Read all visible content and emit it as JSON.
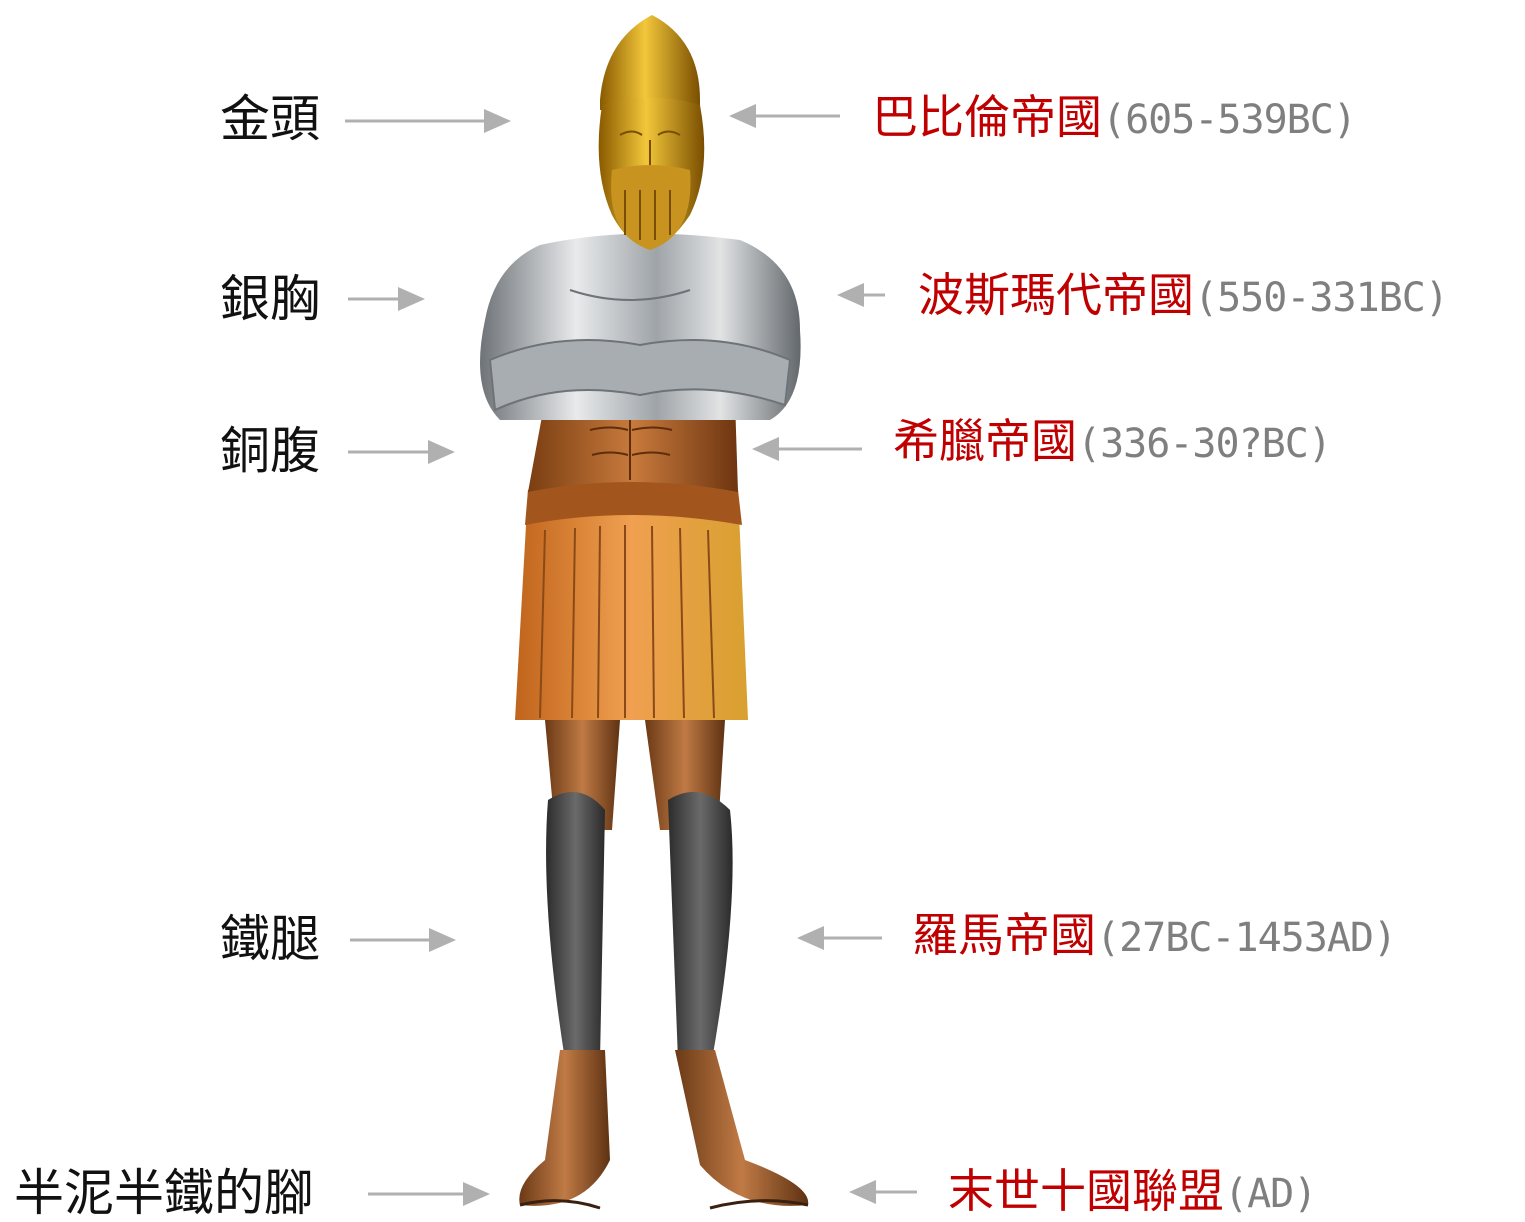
{
  "parts": [
    {
      "part": "金頭",
      "empire": "巴比倫帝國",
      "period": "(605-539BC)"
    },
    {
      "part": "銀胸",
      "empire": "波斯瑪代帝國",
      "period": "(550-331BC)"
    },
    {
      "part": "銅腹",
      "empire": "希臘帝國",
      "period": "(336-30?BC)"
    },
    {
      "part": "鐵腿",
      "empire": "羅馬帝國",
      "period": "(27BC-1453AD)"
    },
    {
      "part": "半泥半鐵的腳",
      "empire": "末世十國聯盟",
      "period": "(AD)"
    }
  ],
  "colors": {
    "empire_text": "#c00000",
    "period_text": "#7f7f7f",
    "arrow": "#b0b0b0",
    "gold": "#e0b020",
    "silver": "#b8bcc0",
    "bronze": "#d98b3a",
    "iron": "#4a4a4a",
    "skin": "#b06a35"
  },
  "icons": [
    "statue-figure-illustration",
    "arrow-right-icon",
    "arrow-left-icon"
  ]
}
